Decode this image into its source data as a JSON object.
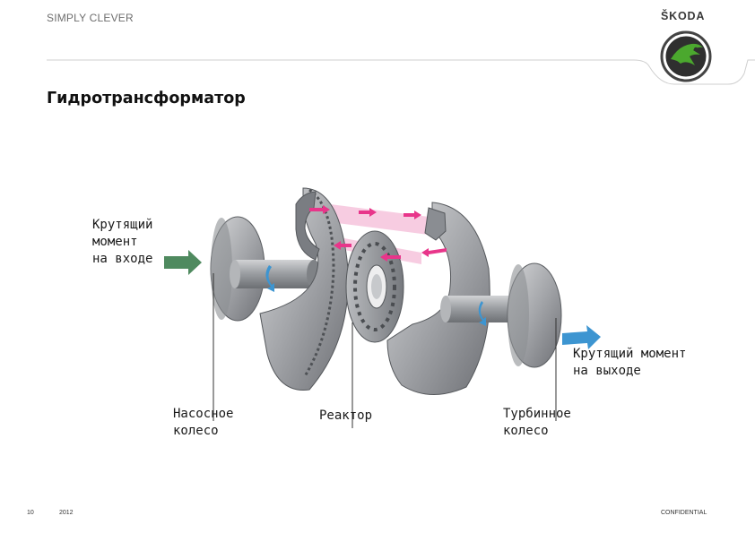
{
  "header": {
    "slogan": "SIMPLY CLEVER",
    "brand": "ŠKODA"
  },
  "slide": {
    "title": "Гидротрансформатор"
  },
  "labels": {
    "input_torque": "Крутящий\nмомент\nна входе",
    "output_torque": "Крутящий момент\nна выходе",
    "pump_wheel": "Насосное\nколесо",
    "reactor": "Реактор",
    "turbine_wheel": "Турбинное\nколесо"
  },
  "footer": {
    "page": "10",
    "year": "2012",
    "confidential": "CONFIDENTIAL"
  },
  "colors": {
    "input_arrow": "#4f8a5f",
    "output_arrow": "#3d95d1",
    "flow_arrow": "#e8358a",
    "flow_band": "#f6c3dc",
    "metal": "#8e9196",
    "brand_green": "#4ba82e"
  }
}
